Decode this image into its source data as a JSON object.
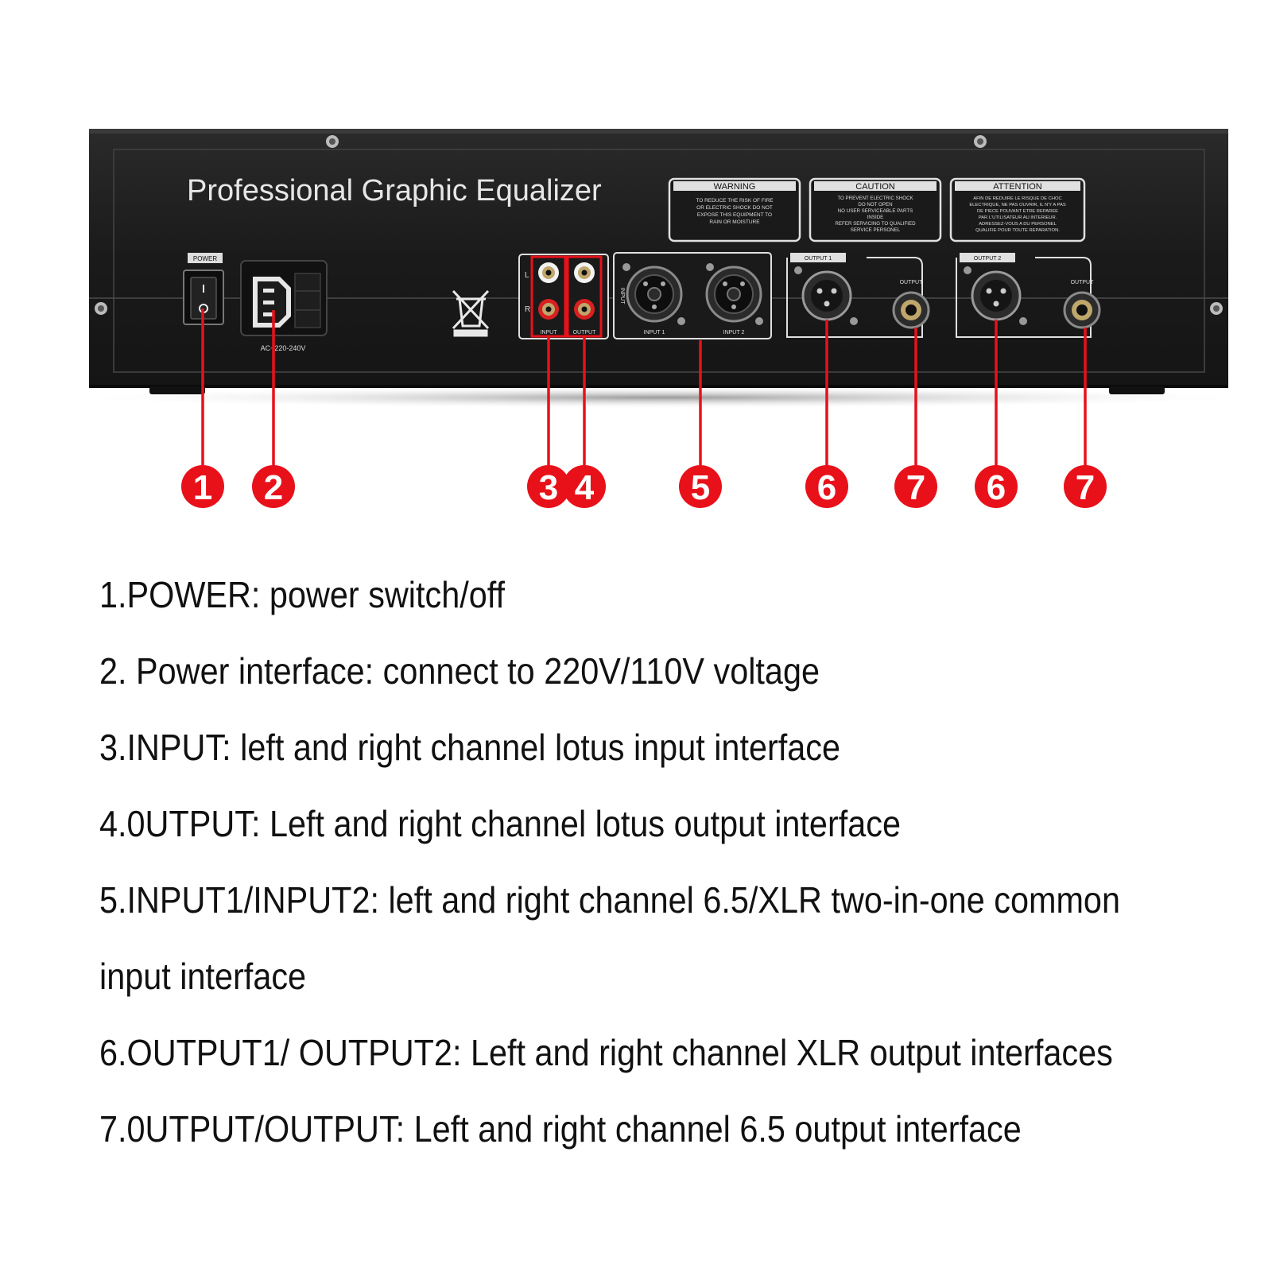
{
  "device": {
    "title": "Professional Graphic Equalizer",
    "power_label": "POWER",
    "ac_label": "AC~220-240V",
    "rca_l": "L",
    "rca_r": "R",
    "rca_input_label": "INPUT",
    "rca_output_label": "OUTPUT",
    "combo_side_label": "INPUT",
    "combo_input1": "INPUT 1",
    "combo_input2": "INPUT 2",
    "out1_tag": "OUTPUT 1",
    "out2_tag": "OUTPUT 2",
    "jack_label_1": "OUTPUT",
    "jack_label_2": "OUTPUT",
    "warnings": [
      {
        "title": "WARNING",
        "lines": [
          "TO REDUCE THE RISK OF FIRE",
          "OR ELECTRIC SHOCK DO NOT",
          "EXPOSE THIS EQUIPMENT TO",
          "RAIN OR MOISTURE"
        ]
      },
      {
        "title": "CAUTION",
        "lines": [
          "TO PREVENT ELECTRIC SHOCK",
          "DO NOT OPEN",
          "NO USER SERVICEABLE PARTS",
          "INSIDE",
          "REFER SERVICING TO QUALIFIED",
          "SERVICE PERSONEL"
        ]
      },
      {
        "title": "ATTENTION",
        "lines": [
          "AFIN DE REDUIRE LE RISQUE DE CHOC",
          "ELECTRIQUE, NE PAS OUVRIR, IL N'Y A PAS",
          "DE PIECE POUVANT ETRE REPAREE",
          "PAR L'UTILISATEUR AU INTERIEUR.",
          "ADRESSEZ-VOUS A DU PERSONEL",
          "QUALIFIE POUR TOUTE REPARATION."
        ]
      }
    ],
    "colors": {
      "panel": "#1c1c1c",
      "callout": "#e8111a",
      "text": "#111111"
    }
  },
  "callouts": [
    "1",
    "2",
    "3",
    "4",
    "5",
    "6",
    "7",
    "6",
    "7"
  ],
  "legend": [
    "1.POWER: power switch/off",
    "2. Power interface: connect to 220V/110V voltage",
    "3.INPUT: left and right channel lotus input interface",
    "4.0UTPUT: Left and right channel lotus output interface",
    "5.INPUT1/INPUT2: left and right channel 6.5/XLR two-in-one common",
    "input interface",
    "6.OUTPUT1/ OUTPUT2: Left and right channel XLR output interfaces",
    "7.0UTPUT/OUTPUT: Left and right channel 6.5 output interface"
  ]
}
